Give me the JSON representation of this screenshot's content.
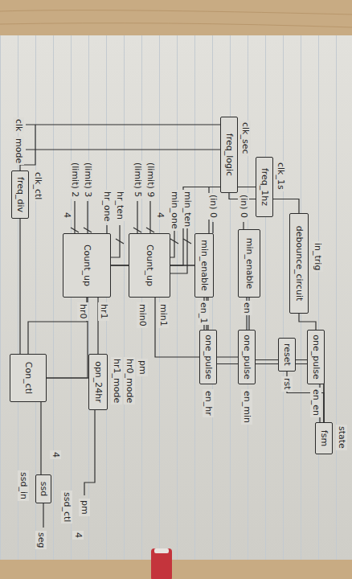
{
  "diagram": {
    "nodes": [
      {
        "text": [
          "freq_logic"
        ]
      },
      {
        "text": [
          "freq_1hz"
        ]
      },
      {
        "text": [
          "freq_div"
        ]
      },
      {
        "text": [
          "Count_up"
        ]
      },
      {
        "text": [
          "Count_up"
        ]
      },
      {
        "text": [
          "min_enable"
        ]
      },
      {
        "text": [
          "min_enable"
        ]
      },
      {
        "text": [
          "debounce_circuit"
        ]
      },
      {
        "text": [
          "reset"
        ]
      },
      {
        "text": [
          "one_pulse"
        ]
      },
      {
        "text": [
          "one_pulse"
        ]
      },
      {
        "text": [
          "one_pulse"
        ]
      },
      {
        "text": [
          "opn_24hr"
        ]
      },
      {
        "text": [
          "Con_ctl"
        ]
      },
      {
        "text": [
          "fsm"
        ]
      },
      {
        "text": [
          "ssd"
        ]
      }
    ],
    "edges": [
      {
        "from": 0,
        "to": 7,
        "arrow": "none"
      },
      {
        "from": 1,
        "to": 3,
        "arrow": "none"
      },
      {
        "from": 1,
        "to": 4,
        "arrow": "none"
      },
      {
        "from": 2,
        "to": 13,
        "arrow": "none"
      },
      {
        "from": 7,
        "to": 9,
        "arrow": "none"
      },
      {
        "from": 9,
        "to": 14,
        "arrow": "none"
      },
      {
        "from": 8,
        "to": 14,
        "arrow": "none"
      },
      {
        "from": 6,
        "to": 11,
        "arrow": "none"
      },
      {
        "from": 5,
        "to": 10,
        "arrow": "none"
      },
      {
        "from": 11,
        "to": 4,
        "arrow": "none"
      },
      {
        "from": 10,
        "to": 3,
        "arrow": "none"
      },
      {
        "from": 3,
        "to": 12,
        "arrow": "none"
      },
      {
        "from": 3,
        "to": 13,
        "arrow": "none"
      },
      {
        "from": 4,
        "to": 13,
        "arrow": "none"
      },
      {
        "from": 12,
        "to": 13,
        "arrow": "none"
      },
      {
        "from": 13,
        "to": 15,
        "arrow": "none"
      },
      {
        "from": 14,
        "to": 6,
        "arrow": "none"
      },
      {
        "from": 14,
        "to": 5,
        "arrow": "none"
      }
    ],
    "labels": [
      "clk",
      "mode",
      "clk_ctl",
      "(limit) 2",
      "(limit) 3",
      "(limit) 5",
      "(limit) 9",
      "hr_one",
      "hr_ten",
      "min_one",
      "min_ten",
      "(in) 0",
      "(in) 0",
      "clk_sec",
      "clk_1s",
      "in_trig",
      "4",
      "4",
      "hr0",
      "hr1",
      "min0",
      "min1",
      "en_1",
      "en",
      "rst",
      "en_en",
      "en_hr",
      "en_min",
      "state",
      "hr1_mode",
      "hr0_mode",
      "pm",
      "4",
      "ssd_in",
      "ssd_ctl",
      "pm",
      "4",
      "seg"
    ]
  }
}
